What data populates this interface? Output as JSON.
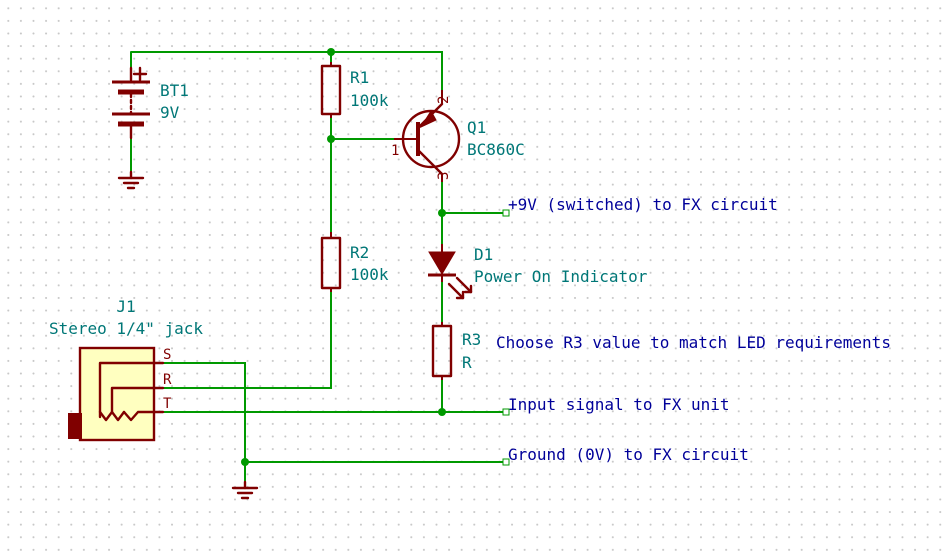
{
  "battery": {
    "ref": "BT1",
    "value": "9V"
  },
  "r1": {
    "ref": "R1",
    "value": "100k"
  },
  "r2": {
    "ref": "R2",
    "value": "100k"
  },
  "r3": {
    "ref": "R3",
    "value": "R"
  },
  "q1": {
    "ref": "Q1",
    "value": "BC860C",
    "pins": {
      "base": "1",
      "emitter": "2",
      "collector": "3"
    }
  },
  "d1": {
    "ref": "D1",
    "value": "Power On Indicator"
  },
  "j1": {
    "ref": "J1",
    "value": "Stereo 1/4\" jack",
    "pins": {
      "sleeve": "S",
      "ring": "R",
      "tip": "T"
    }
  },
  "net_labels": {
    "switched": "+9V (switched) to FX circuit",
    "input": "Input signal to FX unit",
    "ground": "Ground (0V) to FX circuit"
  },
  "notes": {
    "r3_note": "Choose R3 value to match LED requirements"
  },
  "colors": {
    "wire": "#009900",
    "symbol": "#800000",
    "ref_text": "#007777",
    "net_text": "#000099",
    "jack_fill": "#ffffc0"
  }
}
